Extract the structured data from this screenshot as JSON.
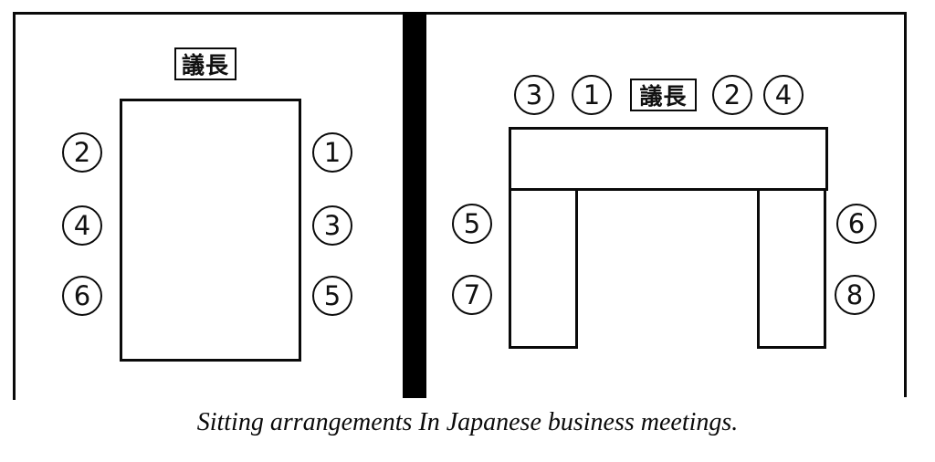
{
  "caption": "Sitting arrangements In Japanese business meetings.",
  "panels": {
    "left": {
      "name": "rectangular table arrangement",
      "chairman_label": "議長",
      "seats_left_column": [
        "2",
        "4",
        "6"
      ],
      "seats_right_column": [
        "1",
        "3",
        "5"
      ]
    },
    "right": {
      "name": "u-shaped table arrangement",
      "chairman_label": "議長",
      "seats_top_row_left": [
        "3",
        "1"
      ],
      "seats_top_row_right": [
        "2",
        "4"
      ],
      "seats_left_column": [
        "5",
        "7"
      ],
      "seats_right_column": [
        "6",
        "8"
      ]
    }
  },
  "colors": {
    "background": "#ffffff",
    "line": "#0a0a0a",
    "divider": "#000000"
  }
}
